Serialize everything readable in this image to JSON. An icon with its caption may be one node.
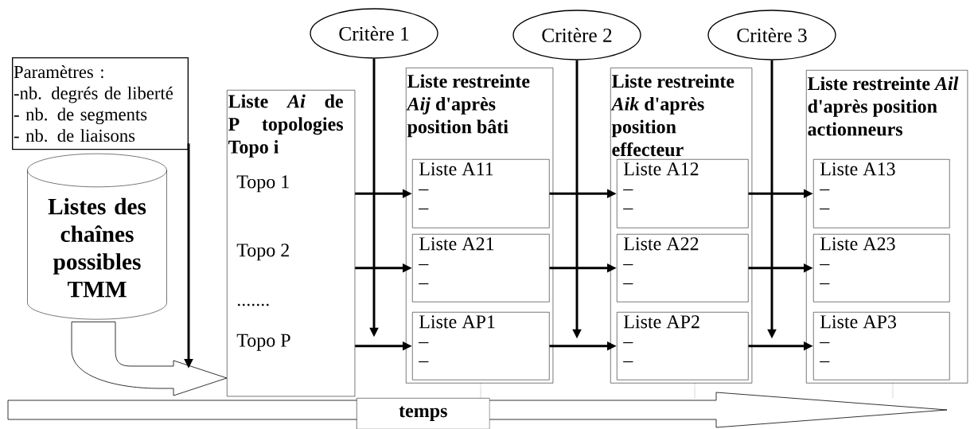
{
  "diagram": {
    "nodes": [
      {
        "text": [
          "Critère 1"
        ]
      },
      {
        "text": [
          "Critère 2"
        ]
      },
      {
        "text": [
          "Critère 3"
        ]
      },
      {
        "text": [
          "Paramètres :",
          "-nb. degrés de liberté",
          "- nb. de segments",
          "- nb. de liaisons"
        ]
      },
      {
        "text": [
          "Listes des chaînes possibles TMM"
        ]
      },
      {
        "text": [
          "Liste *Ai* de P topologies Topo i",
          "Topo 1",
          "Topo 2",
          ".......",
          "Topo P"
        ]
      },
      {
        "text": [
          "Liste restreinte *Aij* d'après position bâti"
        ]
      },
      {
        "text": [
          "Liste A11",
          "–",
          "–"
        ],
        "in": 6
      },
      {
        "text": [
          "Liste A21",
          "–",
          "–"
        ],
        "in": 6
      },
      {
        "text": [
          "Liste AP1",
          "–",
          "–"
        ],
        "in": 6
      },
      {
        "text": [
          "Liste restreinte *Aik* d'après position effecteur"
        ]
      },
      {
        "text": [
          "Liste A12",
          "–",
          "–"
        ],
        "in": 10
      },
      {
        "text": [
          "Liste A22",
          "–",
          "–"
        ],
        "in": 10
      },
      {
        "text": [
          "Liste AP2",
          "–",
          "–"
        ],
        "in": 10
      },
      {
        "text": [
          "Liste restreinte *Ail* d'après position actionneurs"
        ]
      },
      {
        "text": [
          "Liste A13",
          "–",
          "–"
        ],
        "in": 14
      },
      {
        "text": [
          "Liste A23",
          "–",
          "–"
        ],
        "in": 14
      },
      {
        "text": [
          "Liste AP3",
          "–",
          "–"
        ],
        "in": 14
      },
      {
        "text": [
          "temps"
        ]
      }
    ],
    "edges": [
      {
        "from": 0,
        "to": null,
        "arrow": "to"
      },
      {
        "from": 1,
        "to": null,
        "arrow": "to"
      },
      {
        "from": 2,
        "to": null,
        "arrow": "to"
      },
      {
        "from": 3,
        "to": null,
        "arrow": "to"
      },
      {
        "from": 4,
        "to": 5,
        "arrow": "to"
      },
      {
        "from": 5,
        "to": 7,
        "arrow": "to"
      },
      {
        "from": 5,
        "to": 8,
        "arrow": "to"
      },
      {
        "from": 5,
        "to": 9,
        "arrow": "to"
      },
      {
        "from": 7,
        "to": 11,
        "arrow": "to"
      },
      {
        "from": 8,
        "to": 12,
        "arrow": "to"
      },
      {
        "from": 9,
        "to": 13,
        "arrow": "to"
      },
      {
        "from": 11,
        "to": 15,
        "arrow": "to"
      },
      {
        "from": 12,
        "to": 16,
        "arrow": "to"
      },
      {
        "from": 13,
        "to": 17,
        "arrow": "to"
      }
    ]
  }
}
